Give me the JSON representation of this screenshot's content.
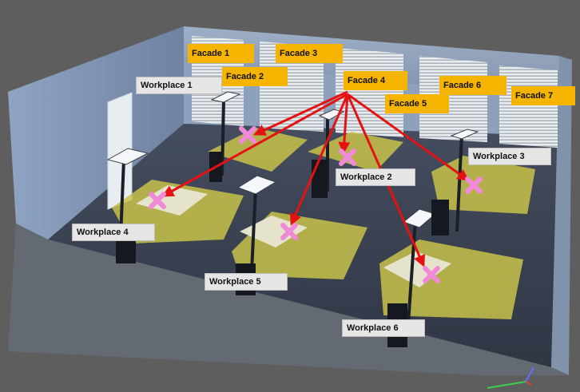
{
  "facades": [
    "Facade 1",
    "Facade 2",
    "Facade 3",
    "Facade 4",
    "Facade 5",
    "Facade 6",
    "Facade 7"
  ],
  "workplaces": [
    "Workplace 1",
    "Workplace 2",
    "Workplace 3",
    "Workplace 4",
    "Workplace 5",
    "Workplace 6"
  ],
  "colors": {
    "facade_label": "#f5b400",
    "workplace_label": "#e6e6e6",
    "arrow": "#e41212",
    "marker": "#f08ad8",
    "desk": "#c8c24a",
    "floor": "#3a4150",
    "background": "#5e5e5e"
  }
}
